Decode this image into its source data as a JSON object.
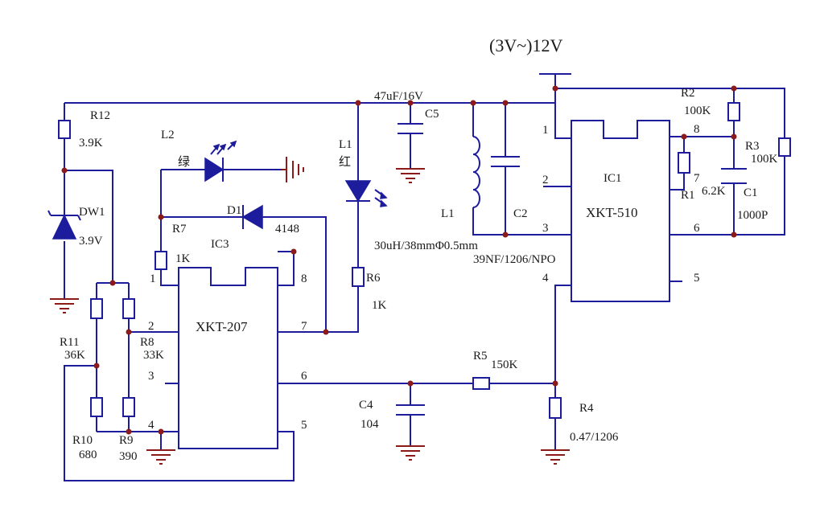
{
  "supply": "(3V~)12V",
  "r12": {
    "ref": "R12",
    "value": "3.9K"
  },
  "dw1": {
    "ref": "DW1",
    "value": "3.9V"
  },
  "l2": {
    "ref": "L2",
    "color": "绿"
  },
  "l1": {
    "ref": "L1",
    "color": "红"
  },
  "d1": {
    "ref": "D1",
    "value": "4148"
  },
  "r7": {
    "ref": "R7",
    "value": "1K"
  },
  "ic3": {
    "ref": "IC3",
    "part": "XKT-207"
  },
  "c5": {
    "ref": "C5",
    "value": "47uF/16V"
  },
  "inductor": {
    "ref": "L1",
    "spec": "30uH/38mmΦ0.5mm"
  },
  "c2": {
    "ref": "C2",
    "spec": "39NF/1206/NPO"
  },
  "r6": {
    "ref": "R6",
    "value": "1K"
  },
  "ic1": {
    "ref": "IC1",
    "part": "XKT-510"
  },
  "r2": {
    "ref": "R2",
    "value": "100K"
  },
  "r3": {
    "ref": "R3",
    "value": "100K"
  },
  "r1": {
    "ref": "R1",
    "value": "6.2K"
  },
  "c1": {
    "ref": "C1",
    "value": "1000P"
  },
  "r11": {
    "ref": "R11",
    "value": "36K"
  },
  "r8": {
    "ref": "R8",
    "value": "33K"
  },
  "r10": {
    "ref": "R10",
    "value": "680"
  },
  "r9": {
    "ref": "R9",
    "value": "390"
  },
  "r5": {
    "ref": "R5",
    "value": "150K"
  },
  "c4": {
    "ref": "C4",
    "value": "104"
  },
  "r4": {
    "ref": "R4",
    "value": "0.47/1206"
  },
  "ic3_pins": [
    "1",
    "2",
    "3",
    "4",
    "5",
    "6",
    "7",
    "8"
  ],
  "ic1_pins": [
    "1",
    "2",
    "3",
    "4",
    "5",
    "6",
    "7",
    "8"
  ]
}
